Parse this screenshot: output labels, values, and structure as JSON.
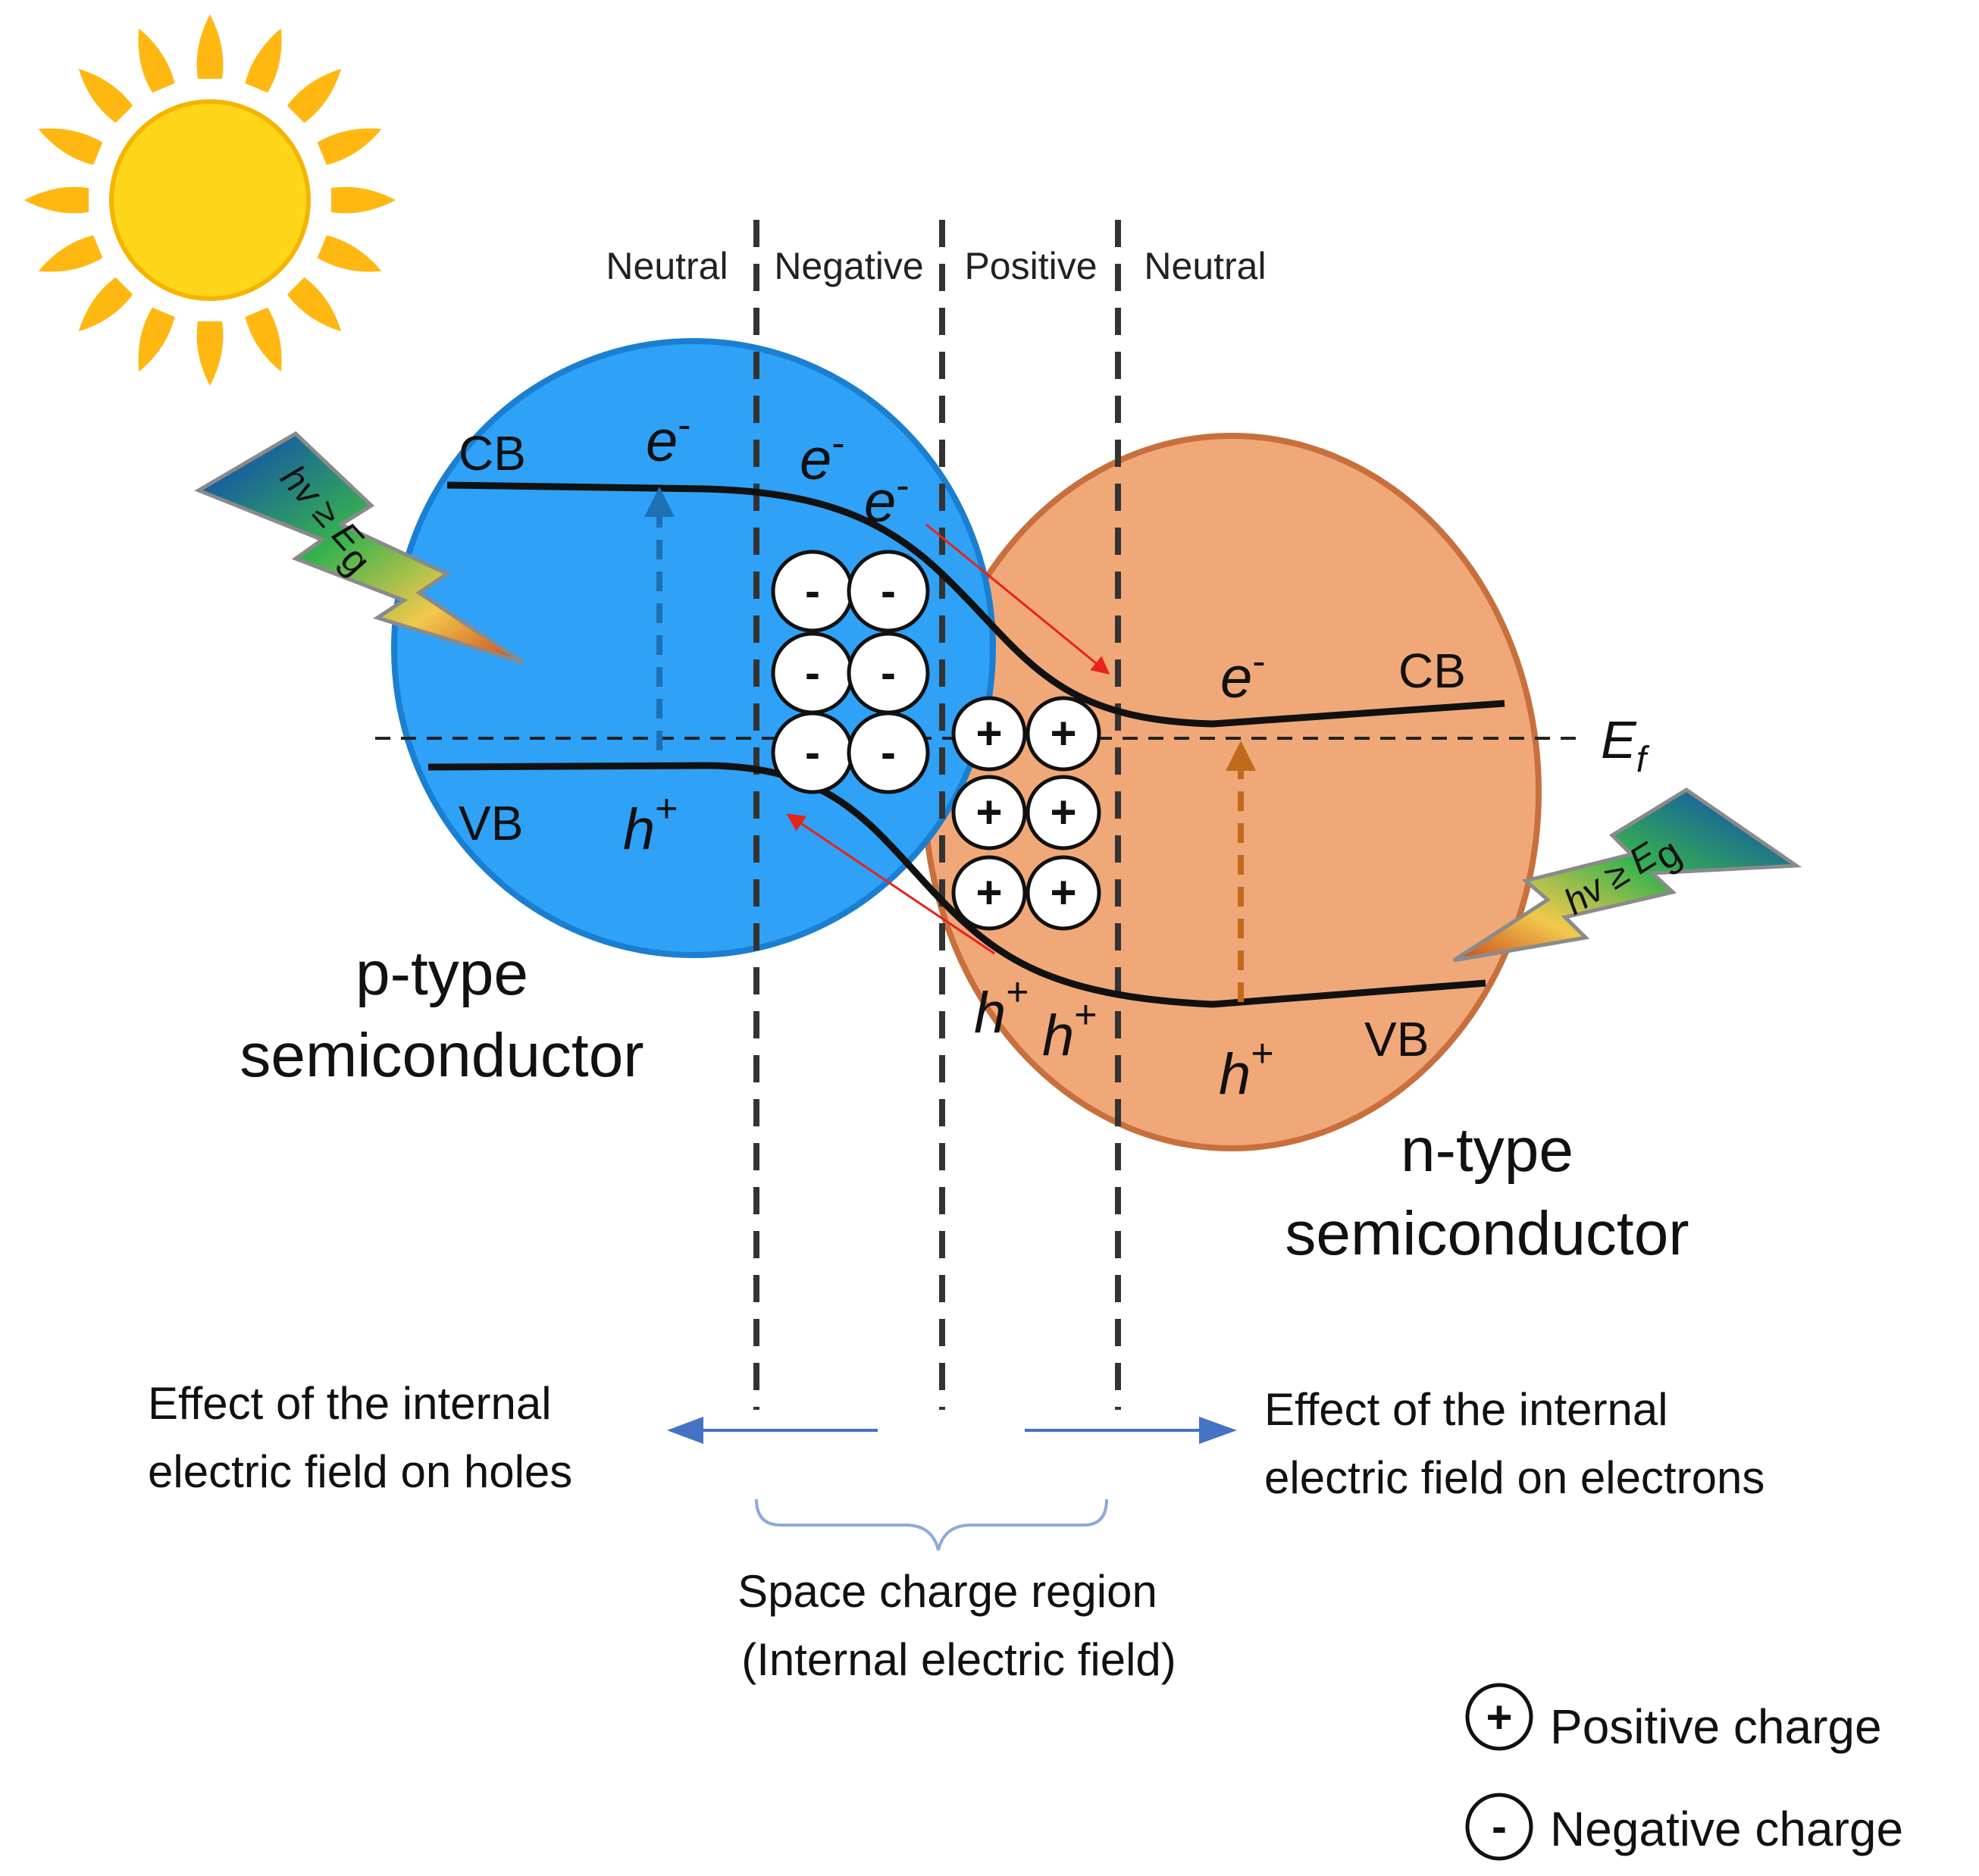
{
  "regions": {
    "neutral_left": "Neutral",
    "negative": "Negative",
    "positive": "Positive",
    "neutral_right": "Neutral"
  },
  "p_side": {
    "cb": "CB",
    "vb": "VB",
    "label_line1": "p-type",
    "label_line2": "semiconductor",
    "color": "#2fa1f7",
    "border": "#1a7fd1"
  },
  "n_side": {
    "cb": "CB",
    "vb": "VB",
    "label_line1": "n-type",
    "label_line2": "semiconductor",
    "color": "#f1a878",
    "border": "#c8703d"
  },
  "carriers": {
    "electron": "e",
    "hole": "h",
    "electron_charge": "-",
    "hole_charge": "+"
  },
  "fermi": {
    "symbol": "E",
    "subscript": "f"
  },
  "photon": {
    "energy": "hv",
    "relation": "≥",
    "gap": "E",
    "gap_sub": "g"
  },
  "charges": {
    "positive_sign": "+",
    "negative_sign": "-"
  },
  "field_effects": {
    "holes_line1": "Effect of the internal",
    "holes_line2": "electric field on holes",
    "electrons_line1": "Effect of the internal",
    "electrons_line2": "electric field on electrons"
  },
  "space_charge": {
    "line1": "Space charge region",
    "line2": "(Internal electric field)"
  },
  "legend": {
    "positive": "Positive charge",
    "negative": "Negative charge"
  },
  "colors": {
    "sun": "#ffc20e",
    "sun_core": "#ffd51a",
    "drift_arrow": "#e8231c",
    "field_arrow": "#4472c4",
    "p_excite_arrow": "#1f6fb5",
    "n_excite_arrow": "#c06a1d"
  }
}
